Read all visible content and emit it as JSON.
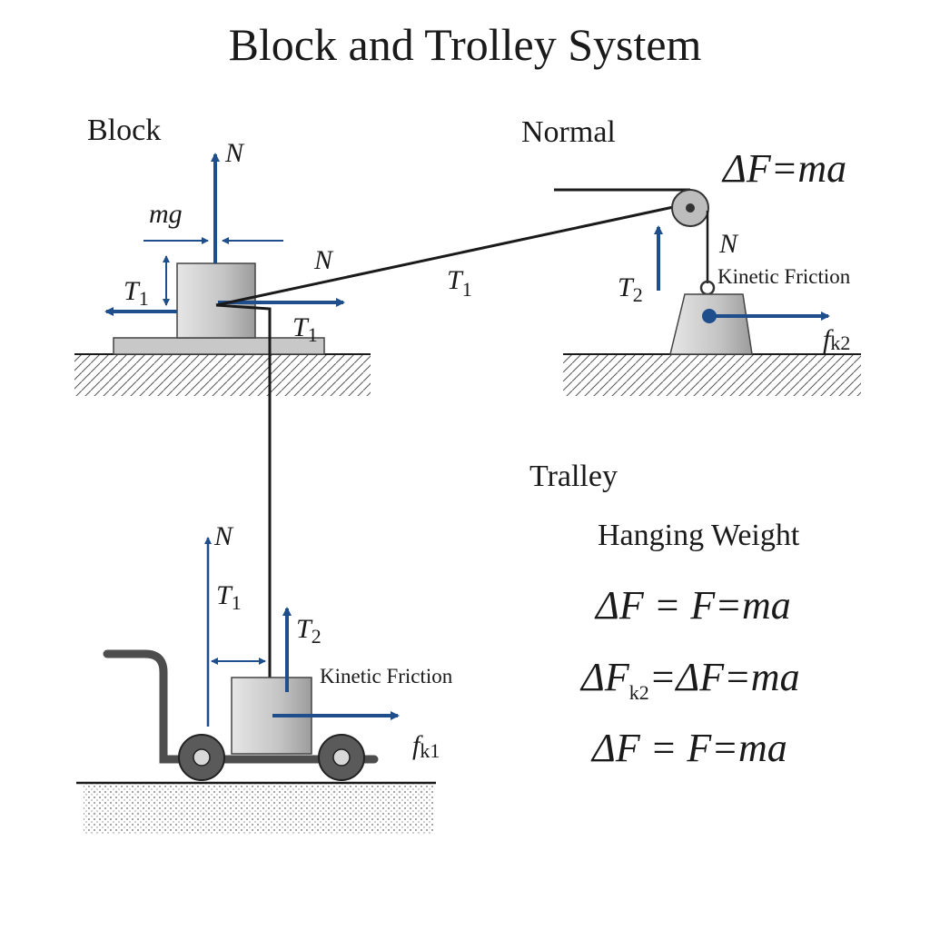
{
  "title": "Block and Trolley System",
  "colors": {
    "arrow": "#1f4e8c",
    "ink": "#1a1a1a",
    "block_fill": "#c9c9c9",
    "ground_hatch": "#555555"
  },
  "labels": {
    "block": "Block",
    "normal": "Normal",
    "tralley": "Tralley",
    "hanging_weight": "Hanging Weight",
    "kinetic_friction_1": "Kinetic Friction",
    "kinetic_friction_2": "Kinetic Friction"
  },
  "symbols": {
    "N": "N",
    "mg": "mg",
    "T": "T",
    "sub_1": "1",
    "sub_2": "2",
    "f": "f",
    "k1": "k1",
    "k2": "k2"
  },
  "equations": {
    "top": "ΔF=ma",
    "eq1": "ΔF = F=ma",
    "eq2_pre": "ΔF",
    "eq2_sub": "k2",
    "eq2_post": "=ΔF=ma",
    "eq3": "ΔF = F=ma"
  }
}
